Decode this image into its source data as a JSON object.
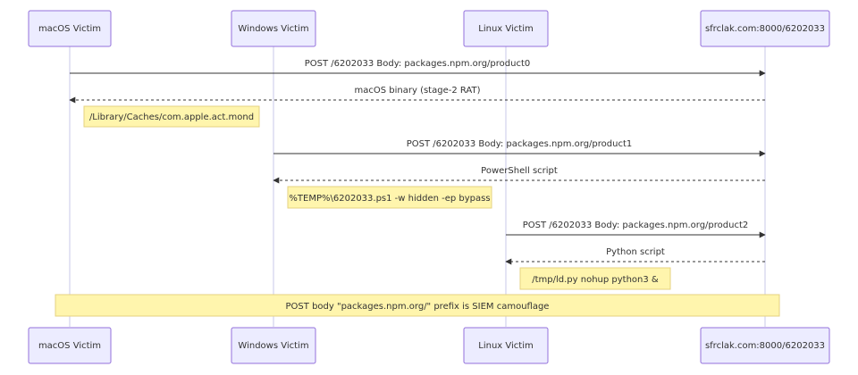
{
  "participants": [
    {
      "id": "mac",
      "label": "macOS Victim"
    },
    {
      "id": "win",
      "label": "Windows Victim"
    },
    {
      "id": "linux",
      "label": "Linux Victim"
    },
    {
      "id": "c2",
      "label": "sfrclak.com:8000/6202033"
    }
  ],
  "messages": [
    {
      "from": "mac",
      "to": "c2",
      "style": "solid",
      "label": "POST /6202033 Body: packages.npm.org/product0"
    },
    {
      "from": "c2",
      "to": "mac",
      "style": "dashed",
      "label": "macOS binary (stage-2 RAT)"
    },
    {
      "from": "win",
      "to": "c2",
      "style": "solid",
      "label": "POST /6202033 Body: packages.npm.org/product1"
    },
    {
      "from": "c2",
      "to": "win",
      "style": "dashed",
      "label": "PowerShell script"
    },
    {
      "from": "linux",
      "to": "c2",
      "style": "solid",
      "label": "POST /6202033 Body: packages.npm.org/product2"
    },
    {
      "from": "c2",
      "to": "linux",
      "style": "dashed",
      "label": "Python script"
    }
  ],
  "notes": [
    {
      "over": "mac",
      "text": "/Library/Caches/com.apple.act.mond"
    },
    {
      "over": "win",
      "text": "%TEMP%\\6202033.ps1 -w hidden -ep bypass"
    },
    {
      "over": "linux",
      "text": "/tmp/ld.py nohup python3 &"
    },
    {
      "over": "all",
      "text": "POST body \"packages.npm.org/\" prefix is SIEM camouflage"
    }
  ]
}
